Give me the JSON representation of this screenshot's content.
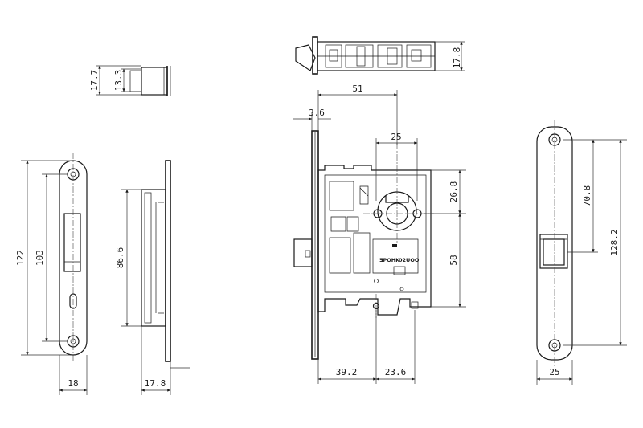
{
  "dimensions": {
    "top_strike_width": "17.7",
    "top_strike_depth": "13.3",
    "top_latch_height": "17.8",
    "front_width": "51",
    "faceplate_thickness": "3.6",
    "hub_offset": "25",
    "hub_to_cylinder_top": "26.8",
    "hub_to_bottom": "58",
    "body_depth": "39.2",
    "bottom_hole_offset": "23.6",
    "left_plate_height": "122",
    "left_screw_spacing": "103",
    "left_plate_width": "18",
    "side_height": "86.6",
    "side_depth": "17.8",
    "strike_height": "128.2",
    "strike_screw_offset": "70.8",
    "strike_width": "25"
  },
  "markings": {
    "brand": "ƎPOHK",
    "code": "02UOO"
  },
  "colors": {
    "line": "#1a1a1a",
    "background": "#ffffff"
  }
}
